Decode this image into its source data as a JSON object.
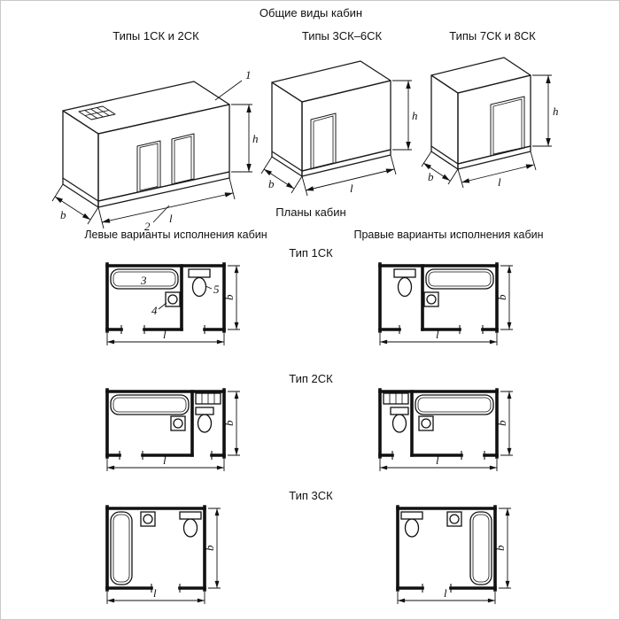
{
  "titles": {
    "general_views": "Общие виды кабин",
    "plans": "Планы кабин",
    "left_variants": "Левые варианты исполнения кабин",
    "right_variants": "Правые варианты исполнения кабин"
  },
  "iso_views": [
    {
      "caption": "Типы 1СК и 2СК"
    },
    {
      "caption": "Типы 3СК–6СК"
    },
    {
      "caption": "Типы 7СК и 8СК"
    }
  ],
  "plan_types": [
    {
      "caption": "Тип 1СК"
    },
    {
      "caption": "Тип 2СК"
    },
    {
      "caption": "Тип 3СК"
    }
  ],
  "dimension_labels": {
    "height": "h",
    "width": "b",
    "length": "l"
  },
  "callouts": {
    "c1": "1",
    "c2": "2",
    "c3": "3",
    "c4": "4",
    "c5": "5"
  }
}
